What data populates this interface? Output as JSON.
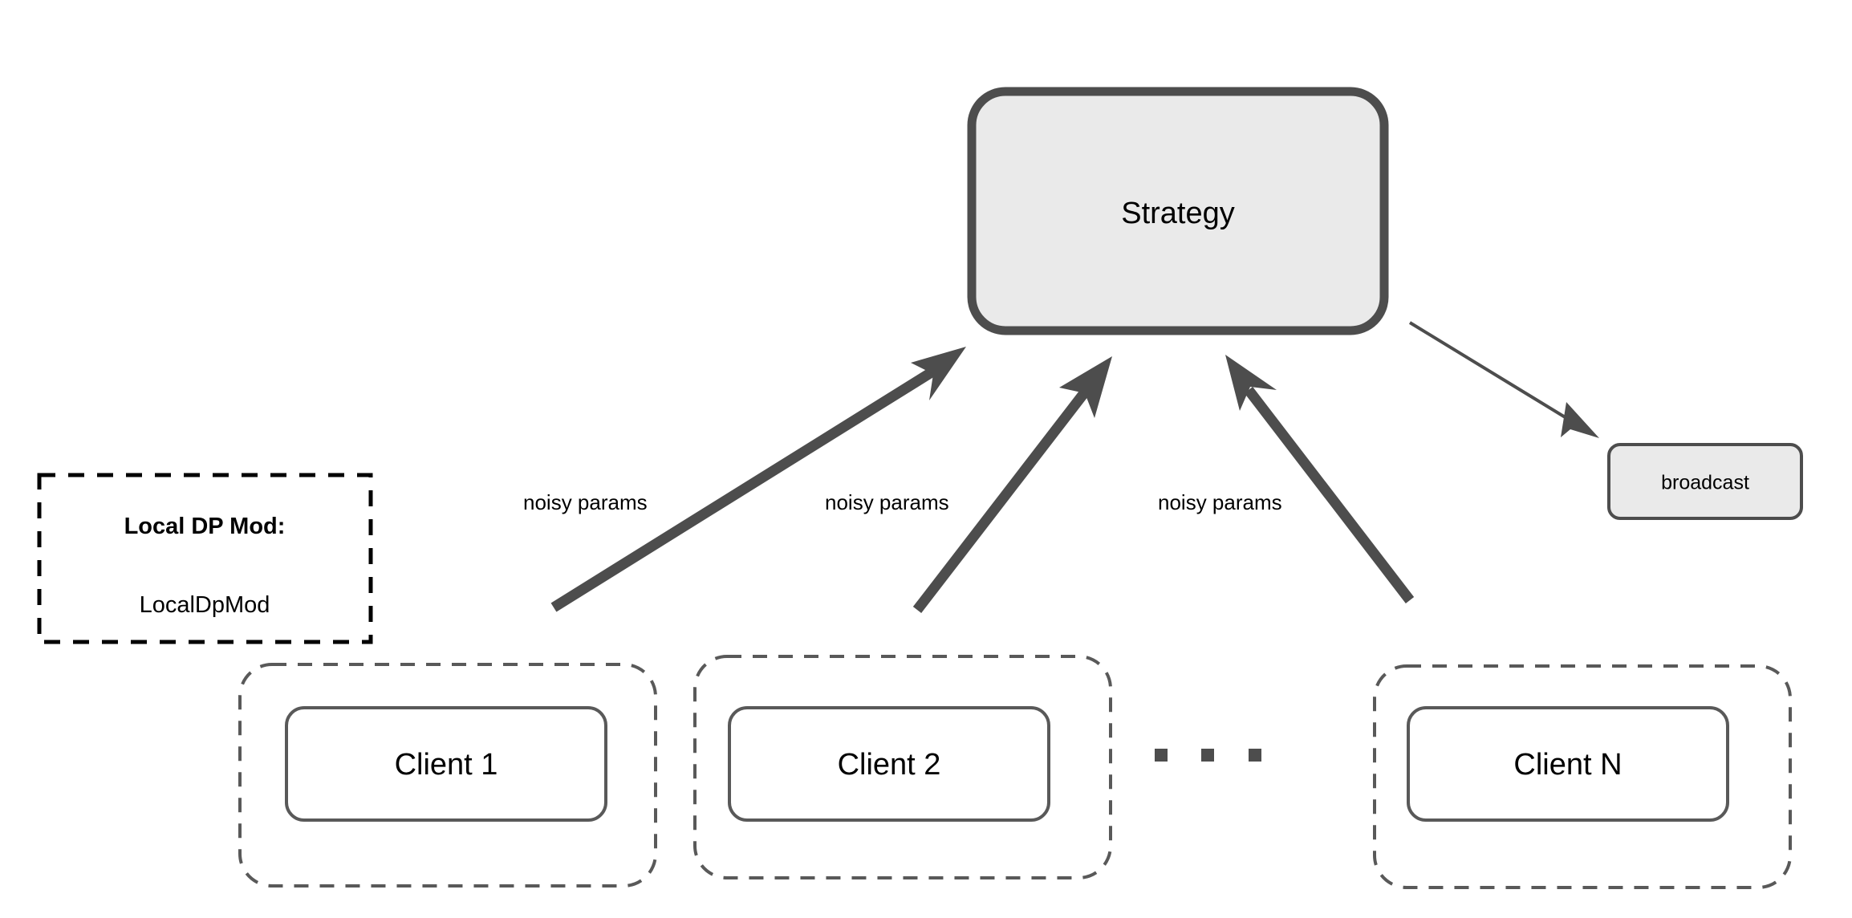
{
  "diagram": {
    "type": "federated-learning-architecture",
    "background_color": "#ffffff",
    "palette": {
      "node_fill": "#eaeaea",
      "node_stroke": "#4d4d4d",
      "client_stroke": "#595959",
      "mod_stroke": "#000000",
      "arrow_color": "#4d4d4d",
      "text_color": "#000000"
    },
    "server": {
      "label": "Strategy"
    },
    "broadcast": {
      "label": "broadcast"
    },
    "mod_box": {
      "heading": "Local DP Mod:",
      "value": "LocalDpMod"
    },
    "clients": [
      {
        "label": "Client 1"
      },
      {
        "label": "Client 2"
      },
      {
        "label": "Client N"
      }
    ],
    "ellipsis": {
      "label": "...",
      "dot_count": 3
    },
    "edges": [
      {
        "from": "Client 1",
        "to": "Strategy",
        "label": "noisy params"
      },
      {
        "from": "Client 2",
        "to": "Strategy",
        "label": "noisy params"
      },
      {
        "from": "Client N",
        "to": "Strategy",
        "label": "noisy params"
      },
      {
        "from": "Strategy",
        "to": "broadcast",
        "label": ""
      }
    ]
  }
}
